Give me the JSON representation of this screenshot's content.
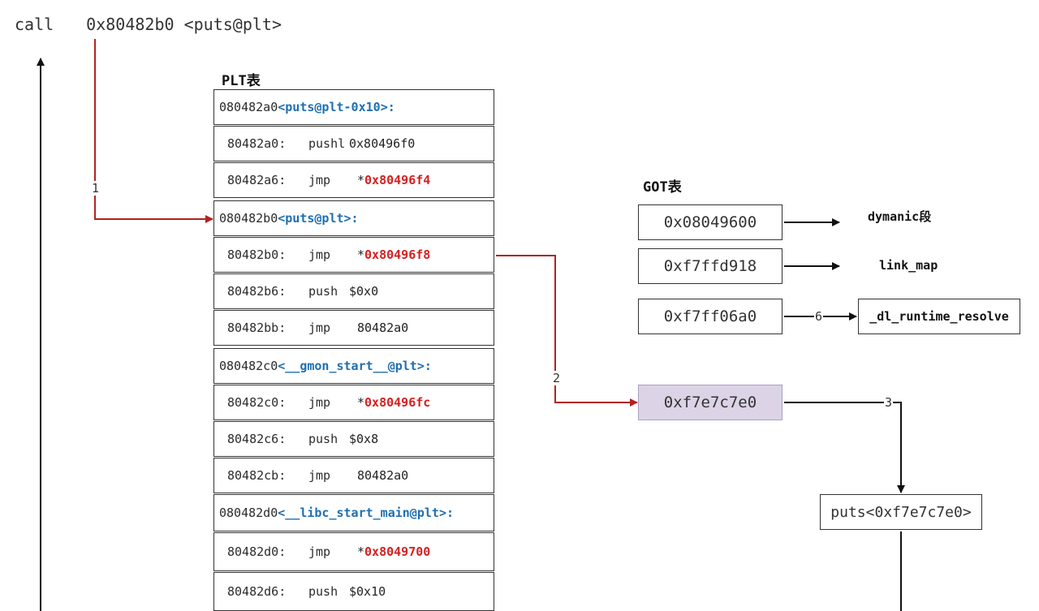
{
  "call_line": {
    "mnemonic": "call",
    "address": "0x80482b0",
    "symbol": "<puts@plt>"
  },
  "plt": {
    "title": "PLT表",
    "rows": [
      {
        "kind": "header",
        "addr": "080482a0",
        "open": "<",
        "symbol": "puts@plt-0x10",
        "close": ">:"
      },
      {
        "kind": "ins",
        "addr": "80482a0:",
        "op": "pushl",
        "prefix": "0x80496f0",
        "hot": ""
      },
      {
        "kind": "ins",
        "addr": "80482a6:",
        "op": "jmp",
        "prefix": "*",
        "hot": "0x80496f4"
      },
      {
        "kind": "header",
        "addr": "080482b0",
        "open": "<",
        "symbol": "puts@plt",
        "close": ">:"
      },
      {
        "kind": "ins",
        "addr": "80482b0:",
        "op": "jmp",
        "prefix": "*",
        "hot": "0x80496f8"
      },
      {
        "kind": "ins",
        "addr": "80482b6:",
        "op": "push",
        "prefix": "$0x0",
        "hot": ""
      },
      {
        "kind": "ins",
        "addr": "80482bb:",
        "op": "jmp",
        "prefix": "80482a0",
        "hot": ""
      },
      {
        "kind": "header",
        "addr": "080482c0",
        "open": "<",
        "symbol": "__gmon_start__@plt",
        "close": ">:"
      },
      {
        "kind": "ins",
        "addr": "80482c0:",
        "op": "jmp",
        "prefix": "*",
        "hot": "0x80496fc"
      },
      {
        "kind": "ins",
        "addr": "80482c6:",
        "op": "push",
        "prefix": "$0x8",
        "hot": ""
      },
      {
        "kind": "ins",
        "addr": "80482cb:",
        "op": "jmp",
        "prefix": "80482a0",
        "hot": ""
      },
      {
        "kind": "header",
        "addr": "080482d0",
        "open": "<",
        "symbol": "__libc_start_main@plt",
        "close": ">:"
      },
      {
        "kind": "ins",
        "addr": "80482d0:",
        "op": "jmp",
        "prefix": "*",
        "hot": "0x8049700"
      },
      {
        "kind": "ins",
        "addr": "80482d6:",
        "op": "push",
        "prefix": "$0x10",
        "hot": ""
      }
    ]
  },
  "got": {
    "title": "GOT表",
    "entries": [
      {
        "value": "0x08049600",
        "target": "dymanic段"
      },
      {
        "value": "0xf7ffd918",
        "target": "link_map"
      },
      {
        "value": "0xf7ff06a0",
        "target": "_dl_runtime_resolve"
      },
      {
        "value": "0xf7e7c7e0",
        "target": ""
      }
    ]
  },
  "puts_box": "puts<0xf7e7c7e0>",
  "steps": {
    "s1": "1",
    "s2": "2",
    "s3": "3",
    "s6": "6"
  },
  "colors": {
    "arrow_red": "#b22222",
    "symbol_blue": "#1f6fb2",
    "hot_red": "#d42020",
    "highlight": "#dcd3e6"
  }
}
